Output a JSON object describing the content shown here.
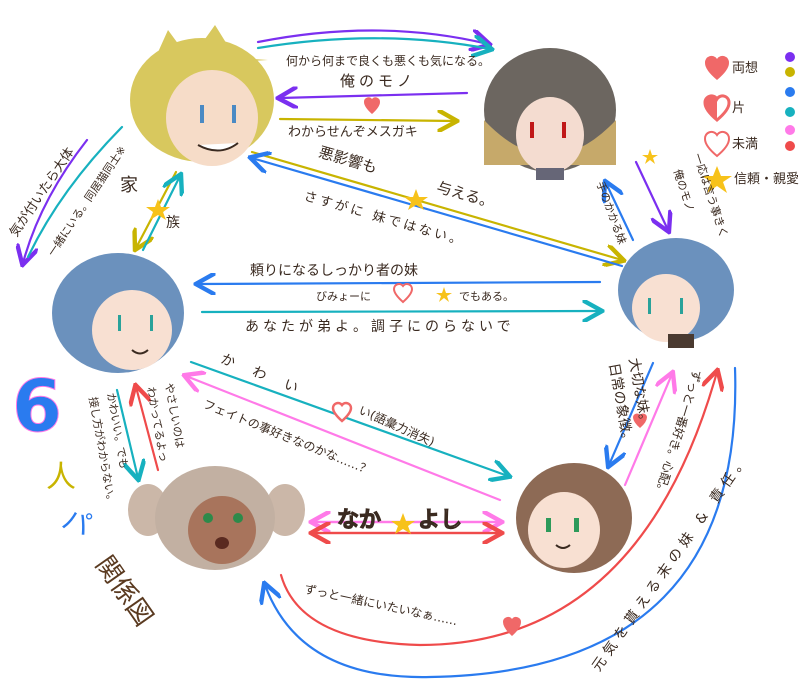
{
  "title": "6人パ関係図",
  "title_parts": {
    "num": "6",
    "a": "人",
    "b": "パ",
    "c": "関係図"
  },
  "legend": {
    "items": [
      {
        "label": "両想",
        "icon": "heart-filled-icon"
      },
      {
        "label": "片",
        "icon": "heart-half-icon"
      },
      {
        "label": "未満",
        "icon": "heart-outline-icon"
      },
      {
        "label": "信頼・親愛",
        "icon": "star-icon"
      }
    ],
    "colors": [
      "#7b2ff0",
      "#c8b400",
      "#2a7bef",
      "#17b1bf",
      "#ff7ae8",
      "#ef4b4b"
    ]
  },
  "labels": {
    "top1": "何から何まで良くも悪くも気になる。",
    "top2": "俺のモノ",
    "top3": "わからせんぞメスガキ",
    "diag1": "悪影響も",
    "diag1b": "与える。",
    "diag2": "さすがに 妹ではない。",
    "mid1": "頼りになるしっかり者の妹",
    "mid2a": "びみょーに",
    "mid2b": "でもある。",
    "mid3": "あなたが弟よ。調子にのらないで",
    "family1": "家",
    "family2": "族",
    "left1": "気が付いたら大体",
    "left2": "一緒にいる。同居猫同士※",
    "right1": "手のかかる妹",
    "right2": "一応は言う事きく",
    "right3": "俺のモノ",
    "cute1a": "かわい",
    "cute1b": "い(語彙力消失)",
    "cute2": "フェイトの事好きなのかな……？",
    "kind1": "やさしいのは",
    "kind2": "わかってるよっ",
    "cute3a": "かわいい。でも",
    "cute3b": "接し方がわからない。",
    "naka1": "なか",
    "naka2": "よし",
    "imp1": "大切な妹。",
    "imp2": "日常の象徴。",
    "best": "ずっと一番好き。心配。",
    "together": "ずっと一緒にいたいなぁ……",
    "genki": "元気を貰える末の妹 & 責任。"
  }
}
